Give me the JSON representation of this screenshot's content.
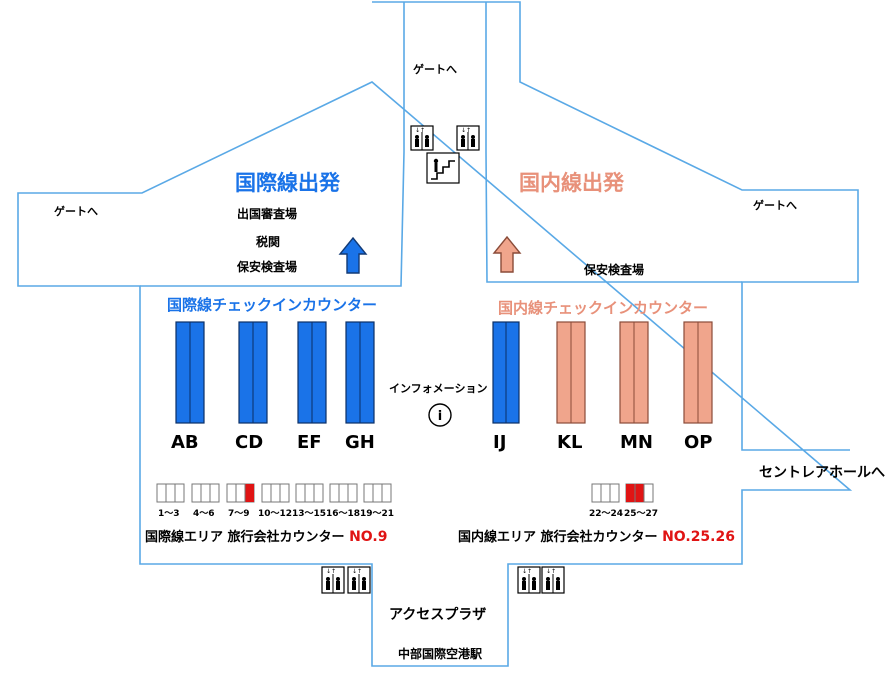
{
  "labels": {
    "gate_center": "ゲートへ",
    "gate_left": "ゲートへ",
    "gate_right": "ゲートへ",
    "intl_departures": "国際線出発",
    "dom_departures": "国内線出発",
    "immigration": "出国審査場",
    "customs": "税関",
    "security_intl": "保安検査場",
    "security_dom": "保安検査場",
    "intl_checkin": "国際線チェックインカウンター",
    "dom_checkin": "国内線チェックインカウンター",
    "information": "インフォメーション",
    "centrair_hall": "セントレアホールへ",
    "access_plaza": "アクセスプラザ",
    "station": "中部国際空港駅"
  },
  "intl_counters": [
    "AB",
    "CD",
    "EF",
    "GH"
  ],
  "dom_counters": [
    "IJ",
    "KL",
    "MN",
    "OP"
  ],
  "intl_agency": {
    "numbers": [
      "1～3",
      "4～6",
      "7～9",
      "10～12",
      "13～15",
      "16～18",
      "19～21"
    ],
    "label": "国際線エリア 旅行会社カウンター",
    "highlight": "NO.9"
  },
  "dom_agency": {
    "numbers": [
      "22～24",
      "25～27"
    ],
    "label": "国内線エリア 旅行会社カウンター",
    "highlight": "NO.25.26"
  },
  "colors": {
    "international": "#1a73e8",
    "domestic": "#f0a58c",
    "highlight": "#e01414",
    "walls": "#5aa9e6"
  },
  "icons": {
    "elevator": "elevator-icon",
    "escalator": "escalator-icon",
    "information": "information-icon",
    "arrow": "arrow-up-icon"
  }
}
